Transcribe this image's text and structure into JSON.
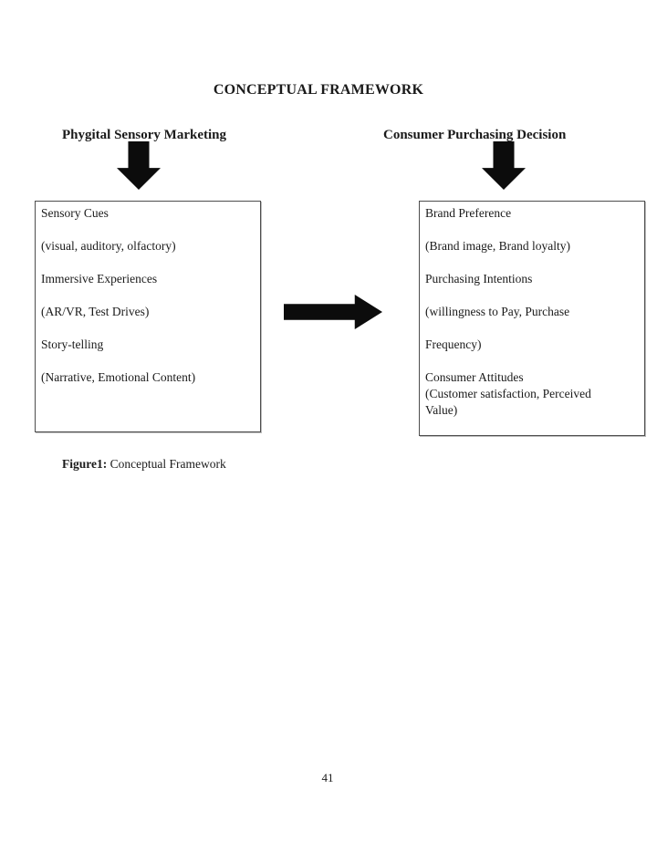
{
  "page": {
    "title": "CONCEPTUAL FRAMEWORK",
    "page_number": "41"
  },
  "columns": {
    "left_heading": "Phygital Sensory Marketing",
    "right_heading": "Consumer Purchasing Decision"
  },
  "boxes": {
    "left": {
      "lines": [
        "Sensory Cues",
        "(visual, auditory, olfactory)",
        "Immersive Experiences",
        "(AR/VR, Test Drives)",
        "Story-telling",
        "(Narrative, Emotional Content)"
      ]
    },
    "right": {
      "lines": [
        "Brand Preference",
        "(Brand image, Brand loyalty)",
        "Purchasing Intentions",
        "(willingness to Pay, Purchase",
        "Frequency)",
        "Consumer Attitudes",
        "(Customer satisfaction, Perceived",
        "Value)"
      ]
    }
  },
  "caption": {
    "label": "Figure1:",
    "text": " Conceptual Framework"
  },
  "icons": {
    "left_down_arrow": "down-arrow",
    "right_down_arrow": "down-arrow",
    "center_arrow": "right-arrow"
  },
  "colors": {
    "background": "#ffffff",
    "text": "#1a1a1a",
    "arrow": "#0c0c0c",
    "box_border": "#4d4d4d"
  }
}
